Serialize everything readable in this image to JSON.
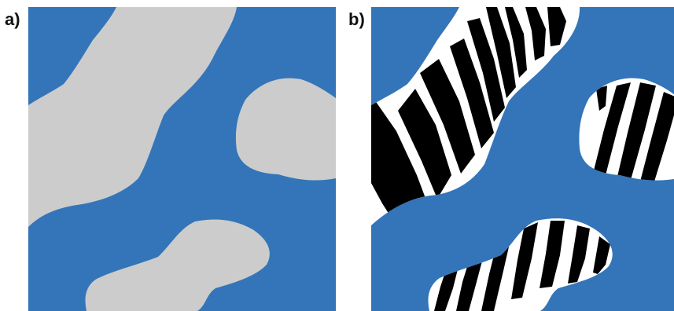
{
  "panels": [
    {
      "label": "a)",
      "background_color": "#3375b8",
      "patch_color": "#cccccc",
      "patch_fill": "solid"
    },
    {
      "label": "b)",
      "background_color": "#3375b8",
      "patch_color": "#ffffff",
      "stripe_color": "#000000",
      "patch_fill": "zebra-stripes"
    }
  ]
}
